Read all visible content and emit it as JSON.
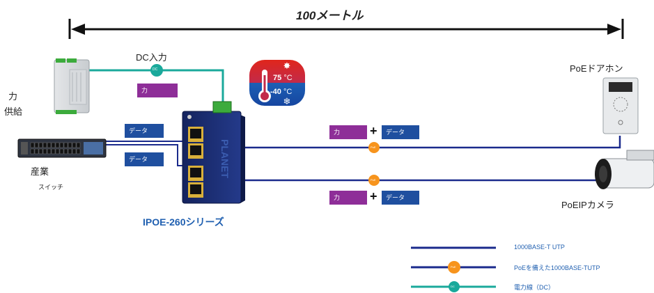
{
  "distance": {
    "label": "100メートル"
  },
  "power_supply": {
    "label_line1": "力",
    "label_line2": "供給"
  },
  "dc_input": {
    "label": "DC入力",
    "badge": "DC",
    "power_tag": "力"
  },
  "switch": {
    "label_line1": "産業",
    "label_line2": "スイッチ"
  },
  "data_tags": [
    "データ",
    "データ"
  ],
  "temperature": {
    "high": "75",
    "low": "-40",
    "unit": "°C"
  },
  "product": {
    "label": "IPOE-260シリーズ",
    "brand": "PLANET"
  },
  "poe_links": [
    {
      "power": "力",
      "plus": "+",
      "data": "データ",
      "badge": "PoE"
    },
    {
      "power": "力",
      "plus": "+",
      "data": "データ",
      "badge": "PoE"
    }
  ],
  "intercom": {
    "label": "PoEドアホン"
  },
  "camera": {
    "label": "PoEIPカメラ"
  },
  "legend": [
    {
      "label": "1000BASE-T UTP",
      "type": "utp",
      "color": "#1a2a8c"
    },
    {
      "label": "PoEを備えた1000BASE-TUTP",
      "type": "poe",
      "color": "#1a2a8c",
      "dot_color": "#f7941d",
      "dot_text": "PoE"
    },
    {
      "label": "電力線（DC）",
      "type": "dc",
      "color": "#1aa99b",
      "dot_color": "#1aa99b",
      "dot_text": "DC"
    }
  ],
  "colors": {
    "data_line": "#1a2a8c",
    "dc_line": "#1aa99b",
    "poe_dot": "#f7941d",
    "data_tag": "#1f4f9f",
    "power_tag": "#8e2e98"
  }
}
